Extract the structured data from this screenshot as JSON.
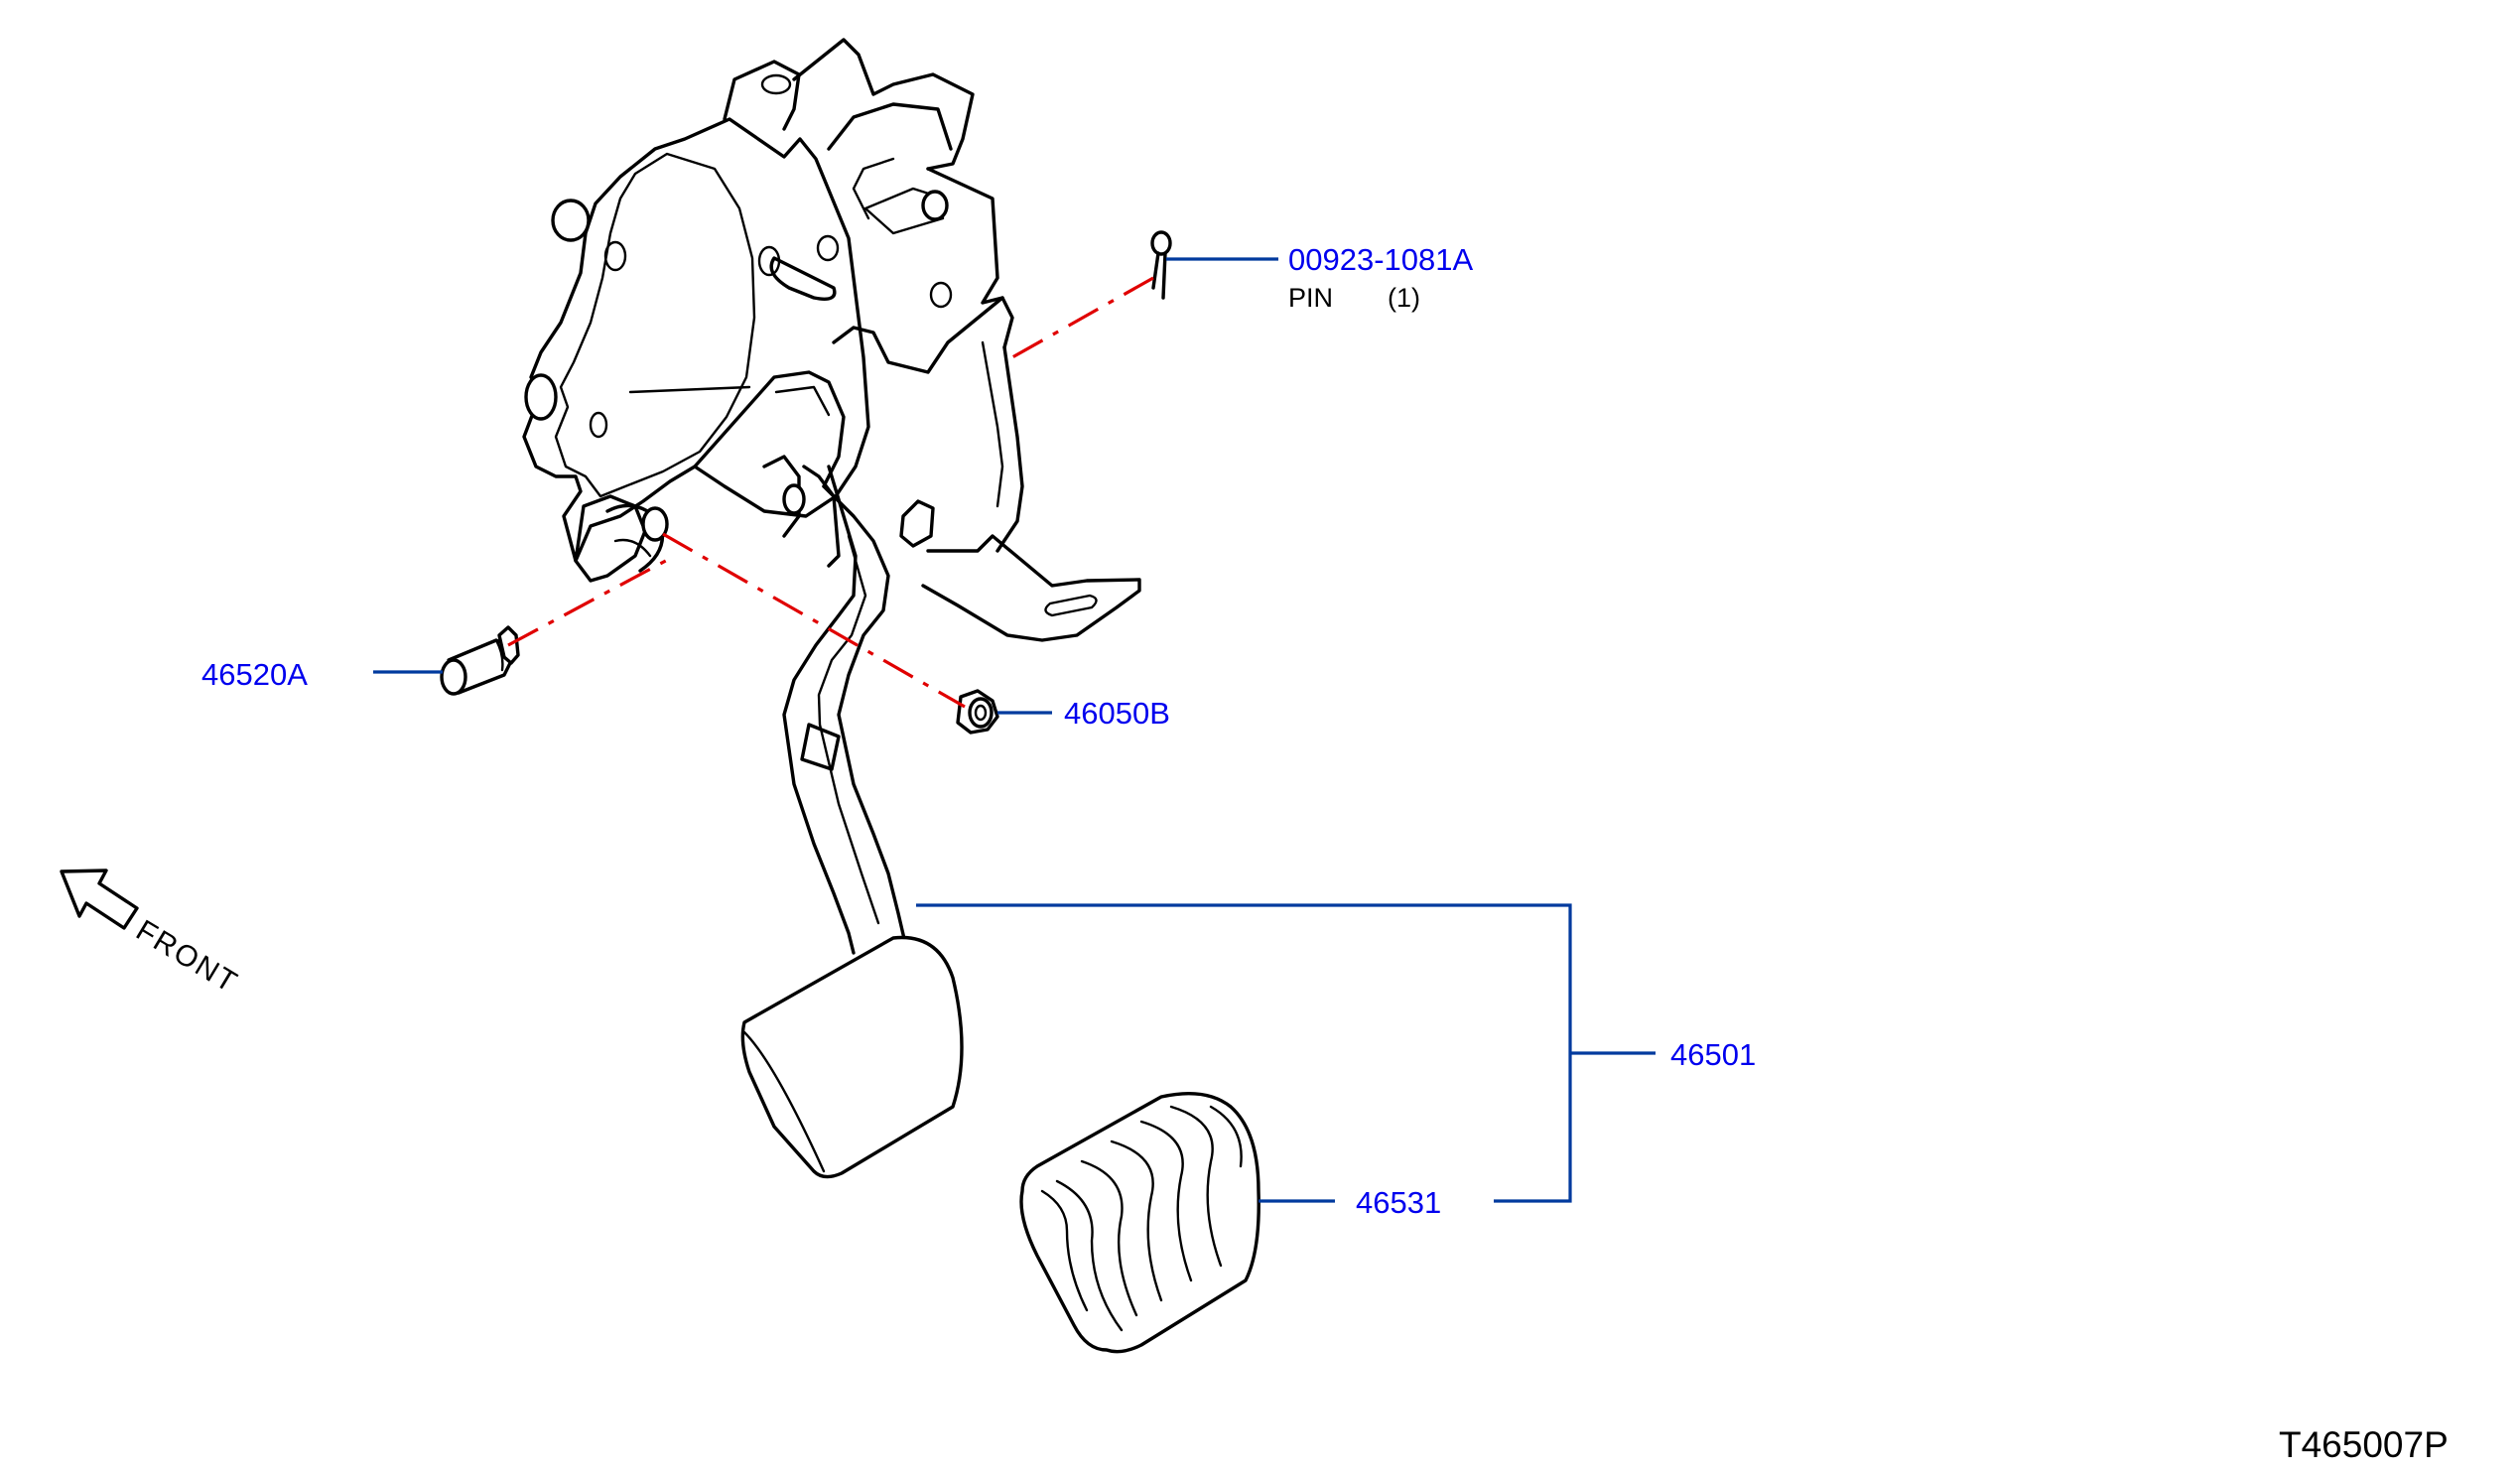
{
  "parts": [
    {
      "number": "00923-1081A",
      "name": "PIN",
      "qty": "(1)"
    },
    {
      "number": "46520A"
    },
    {
      "number": "46050B"
    },
    {
      "number": "46501"
    },
    {
      "number": "46531"
    }
  ],
  "front_label": "FRONT",
  "illustration_id": "T465007P",
  "colors": {
    "part_number_text": "#0000ee",
    "leader_line": "#003a9e",
    "center_line": "#e00000",
    "line_art": "#000000"
  }
}
